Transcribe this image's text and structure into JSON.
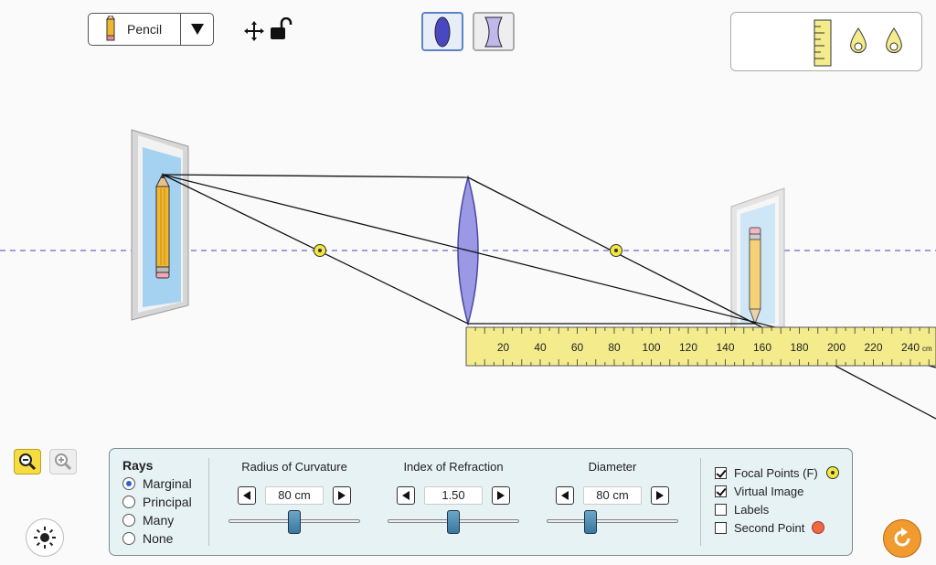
{
  "object_selector": {
    "label": "Pencil",
    "dropdown_icon": "triangle-down-icon",
    "object_icon": "pencil-icon"
  },
  "toolbar": {
    "move_icon": "move-arrows-icon",
    "lock_icon": "unlocked-lock-icon"
  },
  "lens_types": [
    {
      "name": "convex-lens",
      "selected": true
    },
    {
      "name": "concave-lens",
      "selected": false
    }
  ],
  "toolbox": {
    "items": [
      "ruler-icon",
      "light-meter-icon",
      "light-meter-icon"
    ]
  },
  "ruler": {
    "ticks": [
      "20",
      "40",
      "60",
      "80",
      "100",
      "120",
      "140",
      "160",
      "180",
      "200",
      "220",
      "240"
    ],
    "unit": "cm"
  },
  "controls": {
    "rays": {
      "title": "Rays",
      "options": [
        "Marginal",
        "Principal",
        "Many",
        "None"
      ],
      "selected": "Marginal"
    },
    "radius": {
      "title": "Radius of Curvature",
      "value": "80 cm"
    },
    "index": {
      "title": "Index of Refraction",
      "value": "1.50"
    },
    "diameter": {
      "title": "Diameter",
      "value": "80 cm"
    },
    "checkboxes": [
      {
        "label": "Focal Points (F)",
        "checked": true
      },
      {
        "label": "Virtual Image",
        "checked": true
      },
      {
        "label": "Labels",
        "checked": false
      },
      {
        "label": "Second Point",
        "checked": false
      }
    ]
  },
  "colors": {
    "focal_point": "#f2e840",
    "second_point": "#ec6a3f",
    "lens": "#8a86e0",
    "ruler": "#f4ec8c",
    "panel": "#e7f2f5"
  }
}
